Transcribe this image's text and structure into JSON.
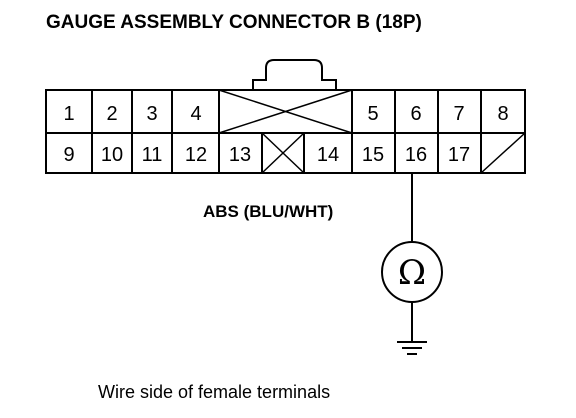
{
  "title": "GAUGE ASSEMBLY CONNECTOR B (18P)",
  "connector": {
    "row1": [
      "1",
      "2",
      "3",
      "4",
      "",
      "5",
      "6",
      "7",
      "8"
    ],
    "row2": [
      "9",
      "10",
      "11",
      "12",
      "13",
      "",
      "14",
      "15",
      "16",
      "17",
      ""
    ]
  },
  "wire_label": "ABS (BLU/WHT)",
  "meter_symbol": "Ω",
  "caption": "Wire side of female terminals"
}
